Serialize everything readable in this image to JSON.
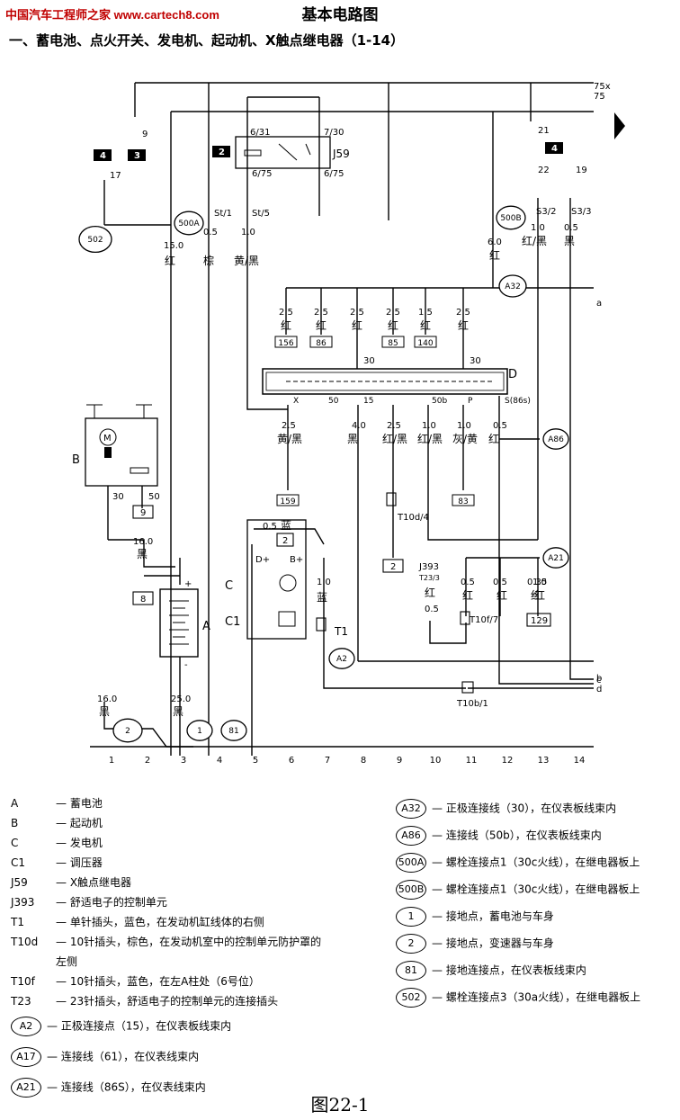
{
  "watermark": "中国汽车工程师之家 www.cartech8.com",
  "title": "基本电路图",
  "subtitle": "一、蓄电池、点火开关、发电机、起动机、X触点继电器（1-14）",
  "figure_caption": "图22-1",
  "wire_labels": {
    "w1": "15.0",
    "w1c": "红",
    "w2": "0.5",
    "w2c": "棕",
    "w3": "1.0",
    "w3c": "黄/黑",
    "w4": "6.0",
    "w4c": "红",
    "w5": "1.0",
    "w5c": "红/黑",
    "w6": "0.5",
    "w6c": "黑",
    "w7": "16.0",
    "w7c": "黑",
    "w8": "16.0",
    "w8c": "黑",
    "w9": "25.0",
    "w9c": "黑",
    "w10": "0.5",
    "w10c": "蓝",
    "w11": "1.0",
    "w11c": "蓝"
  },
  "bus_wires": [
    {
      "size": "2.5",
      "color": "红",
      "box": "156"
    },
    {
      "size": "2.5",
      "color": "红",
      "box": "86"
    },
    {
      "size": "2.5",
      "color": "红",
      "box": ""
    },
    {
      "size": "2.5",
      "color": "红",
      "box": "85"
    },
    {
      "size": "1.5",
      "color": "红",
      "box": "140"
    },
    {
      "size": "2.5",
      "color": "红",
      "box": ""
    }
  ],
  "switch_out_wires": [
    {
      "size": "2.5",
      "color": "黄/黑",
      "box": "159"
    },
    {
      "size": "4.0",
      "color": "黑",
      "box": ""
    },
    {
      "size": "2.5",
      "color": "红/黑",
      "box": ""
    },
    {
      "size": "1.0",
      "color": "红/黑",
      "box": ""
    },
    {
      "size": "1.0",
      "color": "灰/黄",
      "box": "83"
    },
    {
      "size": "0.5",
      "color": "红",
      "box": ""
    }
  ],
  "switch_terminals": [
    "X",
    "50",
    "15",
    "50b",
    "P",
    "S(86s)"
  ],
  "lower_wires": [
    {
      "size": "0.5",
      "color": "红"
    },
    {
      "size": "0.5",
      "color": "红"
    },
    {
      "size": "0.35",
      "color": "红"
    },
    {
      "size": "1.0",
      "color": "红"
    }
  ],
  "connectors": {
    "c9": "9",
    "c17": "17",
    "c21": "21",
    "c22": "22",
    "c19": "19",
    "st1": "St/1",
    "st5": "St/5",
    "s32": "S3/2",
    "s33": "S3/3",
    "r631": "6/31",
    "r730": "7/30",
    "r675a": "6/75",
    "r675b": "6/75",
    "t30a": "30",
    "t30b": "30",
    "t50": "50",
    "dplus": "D+",
    "bplus": "B+",
    "plus": "+",
    "minus": "-",
    "n75x": "75x",
    "n75": "75",
    "j393": "J393",
    "t233": "T23/3",
    "j393w": "红",
    "j393s": "0.5",
    "box2a": "2",
    "box9": "9",
    "box8": "8",
    "box2b": "2",
    "box129": "129"
  },
  "tabs": [
    "4",
    "3",
    "2",
    "4"
  ],
  "components": {
    "J59": "J59",
    "D": "D",
    "B": "B",
    "A": "A",
    "C": "C",
    "C1": "C1",
    "M": "M",
    "T1": "T1",
    "T10d": "T10d/4",
    "T10f": "T10f/7",
    "T10b": "T10b/1"
  },
  "nodes": {
    "n502": "502",
    "n500a": "500A",
    "n500b": "500B",
    "a32": "A32",
    "a86": "A86",
    "a21": "A21",
    "a2": "A2",
    "g2": "2",
    "g1": "1",
    "g81": "81"
  },
  "right_labels": {
    "a": "a",
    "b": "b",
    "c": "c",
    "d": "d"
  },
  "bottom_numbers": [
    "1",
    "2",
    "3",
    "4",
    "5",
    "6",
    "7",
    "8",
    "9",
    "10",
    "11",
    "12",
    "13",
    "14"
  ],
  "legend_left": [
    {
      "code": "A",
      "text": "— 蓄电池"
    },
    {
      "code": "B",
      "text": "— 起动机"
    },
    {
      "code": "C",
      "text": "— 发电机"
    },
    {
      "code": "C1",
      "text": "— 调压器"
    },
    {
      "code": "J59",
      "text": "— X触点继电器"
    },
    {
      "code": "J393",
      "text": "— 舒适电子的控制单元"
    },
    {
      "code": "T1",
      "text": "— 单针插头，蓝色，在发动机缸线体的右侧"
    },
    {
      "code": "T10d",
      "text": "— 10针插头，棕色，在发动机室中的控制单元防护罩的"
    },
    {
      "code": "",
      "text": "左侧"
    },
    {
      "code": "T10f",
      "text": "— 10针插头，蓝色，在左A柱处（6号位）"
    },
    {
      "code": "T23",
      "text": "— 23针插头，舒适电子的控制单元的连接插头"
    }
  ],
  "legend_left_circles": [
    {
      "code": "A2",
      "text": "— 正极连接点（15），在仪表板线束内"
    },
    {
      "code": "A17",
      "text": "— 连接线（61），在仪表线束内"
    },
    {
      "code": "A21",
      "text": "— 连接线（86S），在仪表线束内"
    }
  ],
  "legend_right": [
    {
      "code": "A32",
      "text": "— 正极连接线（30），在仪表板线束内"
    },
    {
      "code": "A86",
      "text": "— 连接线（50b），在仪表板线束内"
    },
    {
      "code": "500A",
      "text": "— 螺栓连接点1（30c火线），在继电器板上"
    },
    {
      "code": "500B",
      "text": "— 螺栓连接点1（30c火线），在继电器板上"
    },
    {
      "code": "1",
      "text": "— 接地点，蓄电池与车身"
    },
    {
      "code": "2",
      "text": "— 接地点，变速器与车身"
    },
    {
      "code": "81",
      "text": "— 接地连接点，在仪表板线束内"
    },
    {
      "code": "502",
      "text": "— 螺栓连接点3（30a火线），在继电器板上"
    }
  ]
}
